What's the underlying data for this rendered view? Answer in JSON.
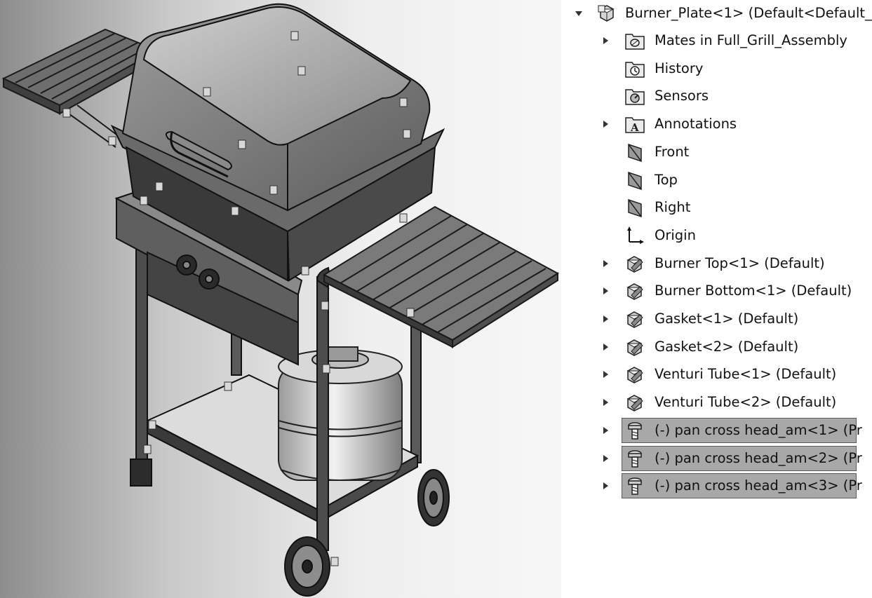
{
  "viewport": {
    "model": "Full_Grill_Assembly",
    "model_icon": "gas-grill-3d-model"
  },
  "tree": {
    "root": {
      "label": "Burner_Plate<1> (Default<Default_",
      "icon": "assembly-icon",
      "expanded": true
    },
    "items": [
      {
        "label": "Mates in Full_Grill_Assembly",
        "icon": "mates-folder-icon",
        "expandable": true,
        "selected": false
      },
      {
        "label": "History",
        "icon": "history-folder-icon",
        "expandable": false,
        "selected": false
      },
      {
        "label": "Sensors",
        "icon": "sensors-folder-icon",
        "expandable": false,
        "selected": false
      },
      {
        "label": "Annotations",
        "icon": "annotations-folder-icon",
        "expandable": true,
        "selected": false
      },
      {
        "label": "Front",
        "icon": "plane-icon",
        "expandable": false,
        "selected": false
      },
      {
        "label": "Top",
        "icon": "plane-icon",
        "expandable": false,
        "selected": false
      },
      {
        "label": "Right",
        "icon": "plane-icon",
        "expandable": false,
        "selected": false
      },
      {
        "label": "Origin",
        "icon": "origin-icon",
        "expandable": false,
        "selected": false
      },
      {
        "label": "Burner Top<1> (Default)",
        "icon": "part-icon",
        "expandable": true,
        "selected": false
      },
      {
        "label": "Burner Bottom<1> (Default)",
        "icon": "part-icon",
        "expandable": true,
        "selected": false
      },
      {
        "label": "Gasket<1> (Default)",
        "icon": "part-icon",
        "expandable": true,
        "selected": false
      },
      {
        "label": "Gasket<2> (Default)",
        "icon": "part-icon",
        "expandable": true,
        "selected": false
      },
      {
        "label": "Venturi Tube<1> (Default)",
        "icon": "part-icon",
        "expandable": true,
        "selected": false
      },
      {
        "label": "Venturi Tube<2> (Default)",
        "icon": "part-icon",
        "expandable": true,
        "selected": false
      },
      {
        "label": "(-) pan cross head_am<1> (Pr",
        "icon": "screw-icon",
        "expandable": true,
        "selected": true
      },
      {
        "label": "(-) pan cross head_am<2> (Pr",
        "icon": "screw-icon",
        "expandable": true,
        "selected": true
      },
      {
        "label": "(-) pan cross head_am<3> (Pr",
        "icon": "screw-icon",
        "expandable": true,
        "selected": true
      }
    ]
  },
  "colors": {
    "selection_fill": "#a8a8a8",
    "selection_border": "#5a5a5a",
    "text": "#111111"
  }
}
